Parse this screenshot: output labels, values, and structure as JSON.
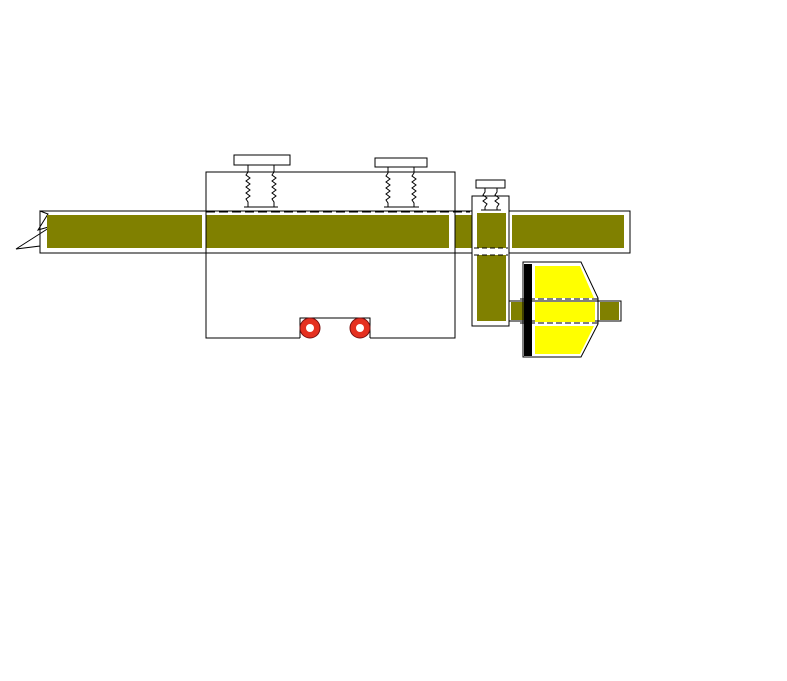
{
  "colors": {
    "background": "#ffffff",
    "shaft_fill": "#808000",
    "rotor_fill": "#ffff00",
    "pad_fill": "#000000",
    "outline": "#000000",
    "bearing_fill": "#e53020",
    "centerline": "#000000"
  },
  "components": {
    "shaft": {
      "icon": "olive-shaft-bar"
    },
    "housing": {
      "icon": "rectangular-housing"
    },
    "springs_left": {
      "icon": "spring-mount-icon"
    },
    "springs_right": {
      "icon": "spring-mount-icon"
    },
    "springs_small": {
      "icon": "spring-mount-icon"
    },
    "bearings": {
      "icon": "red-roller-bearing-icon"
    },
    "gear_rotor": {
      "icon": "yellow-gear-rotor"
    }
  }
}
